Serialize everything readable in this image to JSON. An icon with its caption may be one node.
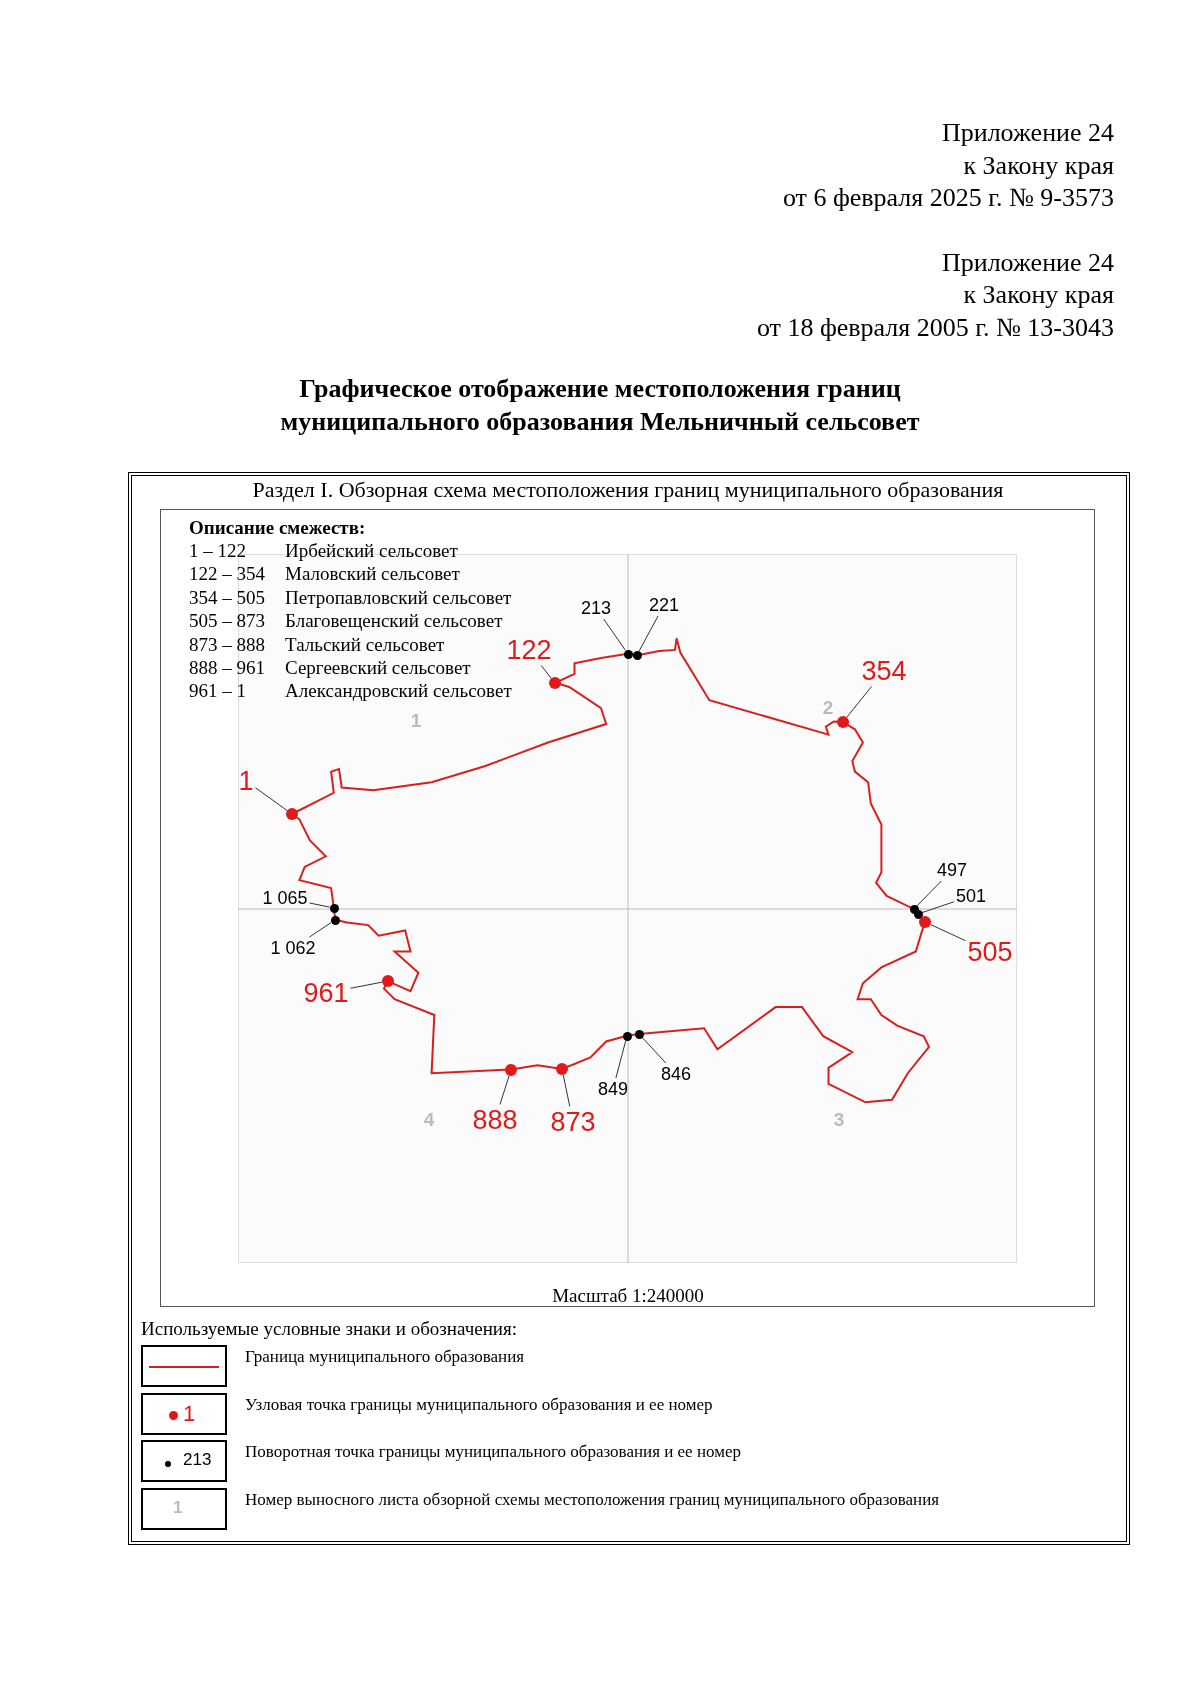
{
  "diagram": {
    "title": "Графическое отображение местоположения границ муниципального образования Мельничный сельсовет",
    "nodes": [
      {
        "text": [
          "1"
        ]
      },
      {
        "text": [
          "122"
        ]
      },
      {
        "text": [
          "213"
        ]
      },
      {
        "text": [
          "221"
        ]
      },
      {
        "text": [
          "354"
        ]
      },
      {
        "text": [
          "497"
        ]
      },
      {
        "text": [
          "501"
        ]
      },
      {
        "text": [
          "505"
        ]
      },
      {
        "text": [
          "846"
        ]
      },
      {
        "text": [
          "849"
        ]
      },
      {
        "text": [
          "873"
        ]
      },
      {
        "text": [
          "888"
        ]
      },
      {
        "text": [
          "961"
        ]
      },
      {
        "text": [
          "1 062"
        ]
      },
      {
        "text": [
          "1 065"
        ]
      },
      {
        "text": [],
        "shape": "circle"
      },
      {
        "text": [],
        "shape": "circle"
      },
      {
        "text": [],
        "shape": "circle"
      },
      {
        "text": [],
        "shape": "circle"
      },
      {
        "text": [],
        "shape": "circle"
      },
      {
        "text": [],
        "shape": "circle"
      },
      {
        "text": [],
        "shape": "circle"
      },
      {
        "text": [],
        "shape": "circle"
      },
      {
        "text": [],
        "shape": "circle"
      },
      {
        "text": [],
        "shape": "circle"
      },
      {
        "text": [],
        "shape": "circle"
      },
      {
        "text": [],
        "shape": "circle"
      },
      {
        "text": [],
        "shape": "circle"
      },
      {
        "text": [],
        "shape": "circle"
      },
      {
        "text": [],
        "shape": "circle"
      }
    ],
    "edges": [
      {
        "from": 0,
        "to": 15,
        "arrow": "none"
      },
      {
        "from": 1,
        "to": 16,
        "arrow": "none"
      },
      {
        "from": 2,
        "to": 17,
        "arrow": "none"
      },
      {
        "from": 3,
        "to": 18,
        "arrow": "none"
      },
      {
        "from": 4,
        "to": 19,
        "arrow": "none"
      },
      {
        "from": 5,
        "to": 20,
        "arrow": "none"
      },
      {
        "from": 6,
        "to": 21,
        "arrow": "none"
      },
      {
        "from": 7,
        "to": 22,
        "arrow": "none"
      },
      {
        "from": 8,
        "to": 23,
        "arrow": "none"
      },
      {
        "from": 9,
        "to": 24,
        "arrow": "none"
      },
      {
        "from": 10,
        "to": 25,
        "arrow": "none"
      },
      {
        "from": 11,
        "to": 26,
        "arrow": "none"
      },
      {
        "from": 12,
        "to": 27,
        "arrow": "none"
      },
      {
        "from": 13,
        "to": 28,
        "arrow": "none"
      },
      {
        "from": 14,
        "to": 29,
        "arrow": "none"
      }
    ],
    "labels": [
      "Приложение 24",
      "к Закону края",
      "от 6 февраля 2025 г. № 9-3573",
      "Приложение 24",
      "к Закону края",
      "от 18 февраля 2005 г. № 13-3043",
      "Раздел I. Обзорная схема местоположения границ муниципального образования",
      "Описание смежеств:",
      "1 – 122",
      "Ирбейский сельсовет",
      "122 – 354",
      "Маловский сельсовет",
      "354 – 505",
      "Петропавловский сельсовет",
      "505 – 873",
      "Благовещенский сельсовет",
      "873 – 888",
      "Тальский сельсовет",
      "888 – 961",
      "Сергеевский сельсовет",
      "961 – 1",
      "Александровский сельсовет",
      "1",
      "2",
      "4",
      "3",
      "Масштаб 1:240000",
      "Используемые условные знаки и обозначения:",
      "1",
      "213",
      "1"
    ],
    "legend": [
      {
        "text": "Граница муниципального образования"
      },
      {
        "text": "Узловая точка границы муниципального образования и ее номер"
      },
      {
        "text": "Поворотная точка границы муниципального образования и ее номер"
      },
      {
        "text": "Номер выносного листа обзорной схемы местоположения границ муниципального образования"
      }
    ]
  }
}
